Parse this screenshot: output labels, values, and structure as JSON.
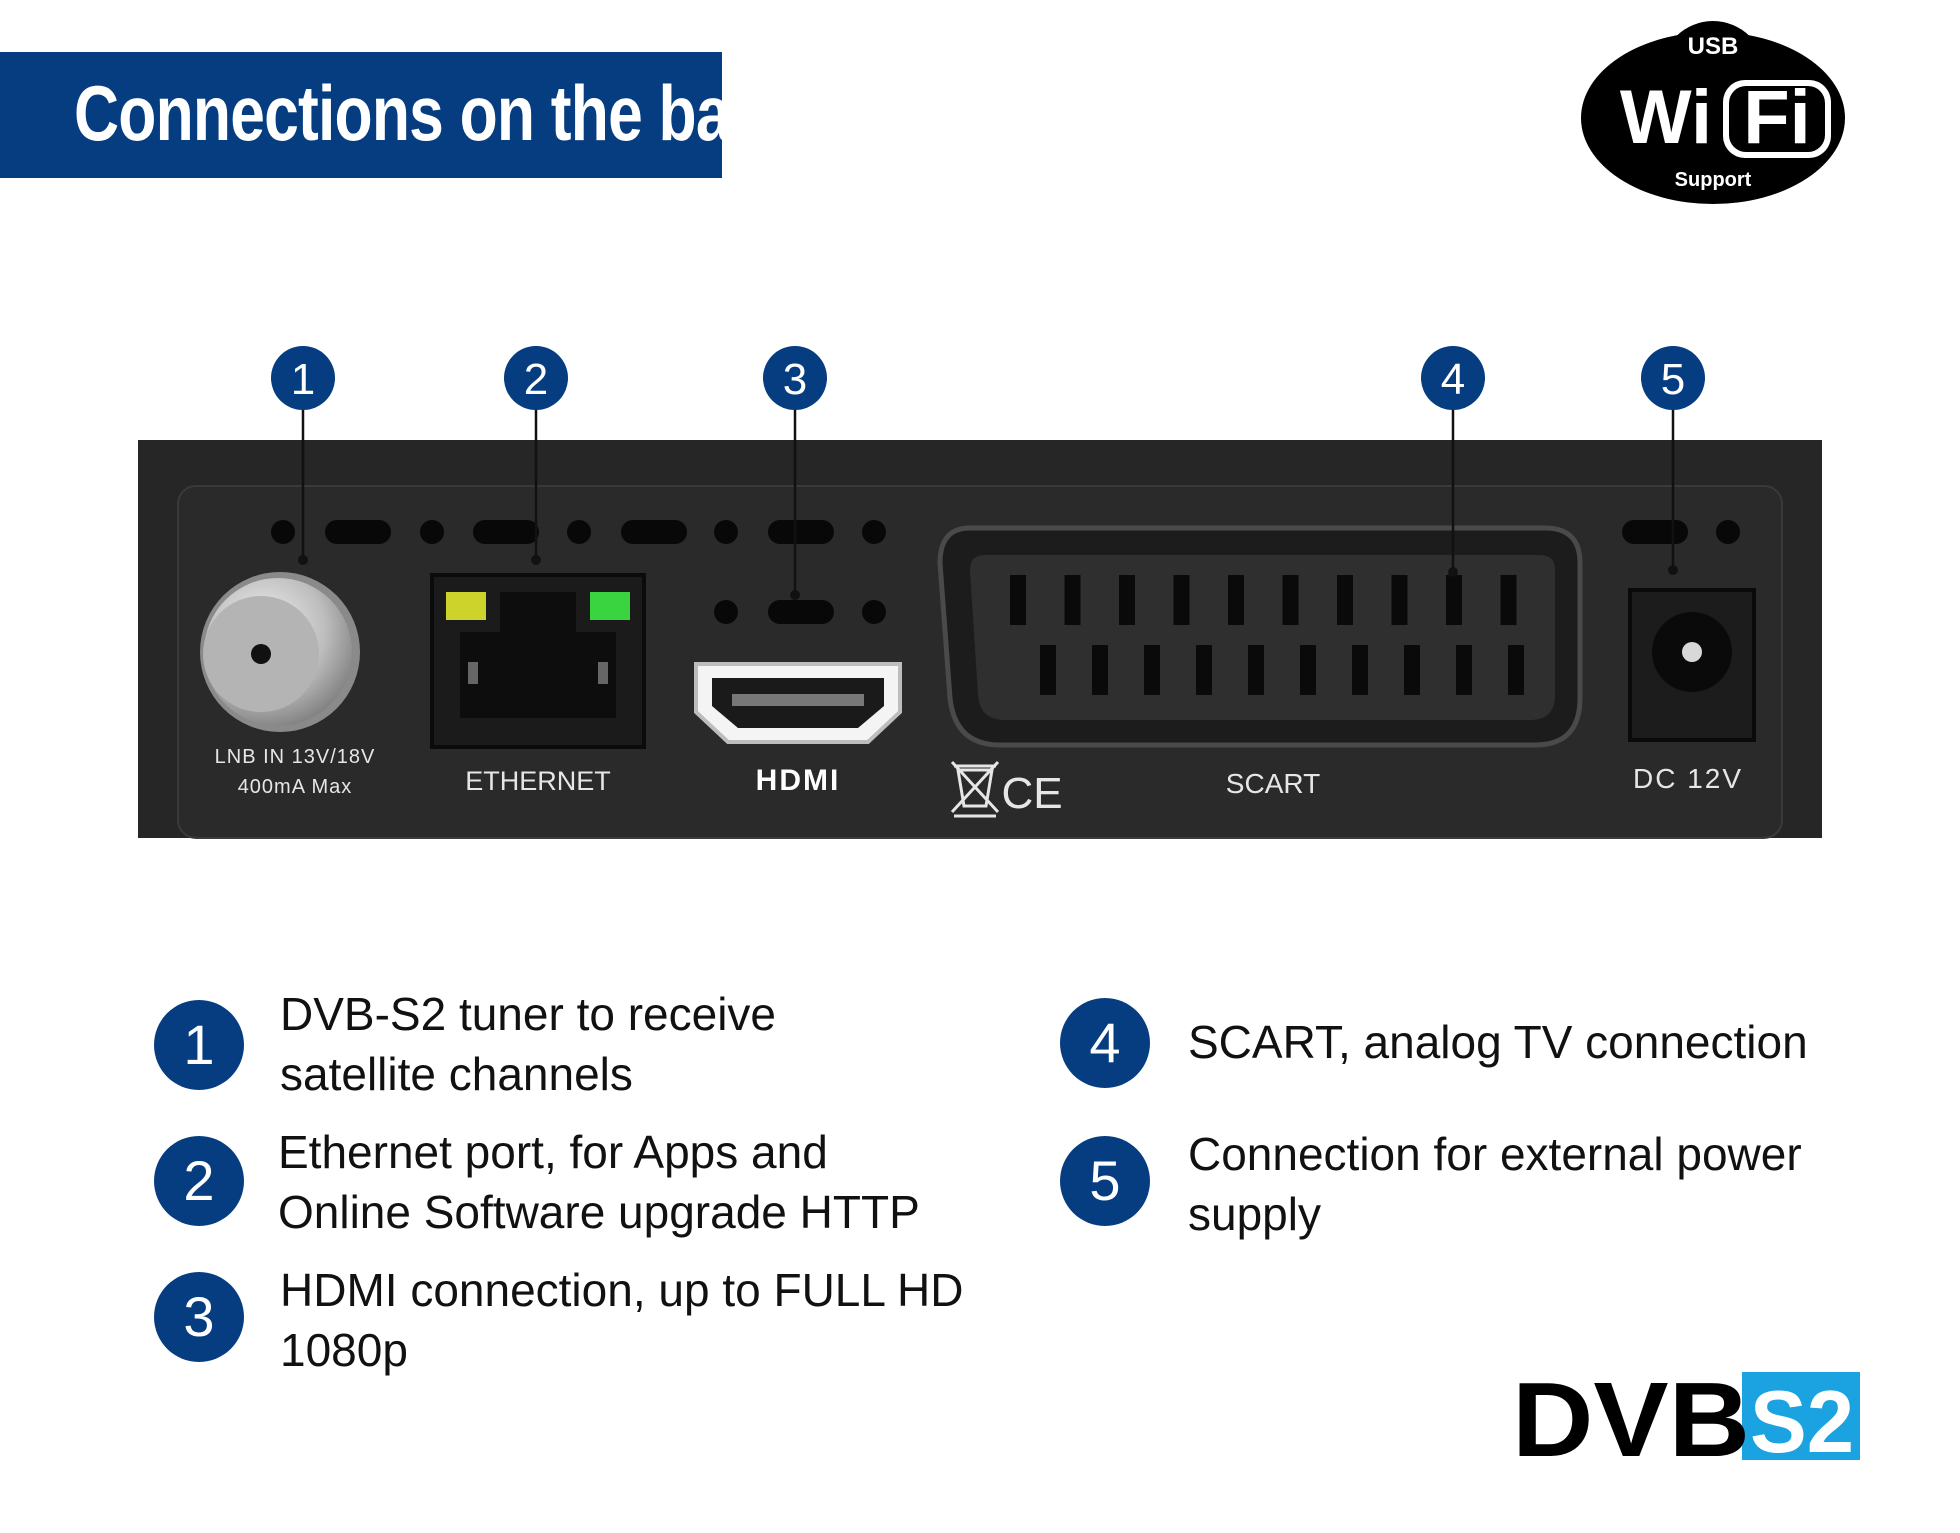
{
  "header": {
    "title": "Connections on the back"
  },
  "wifi_logo": {
    "top": "USB",
    "main_left": "Wi",
    "main_right": "Fi",
    "bottom": "Support"
  },
  "callouts": [
    "1",
    "2",
    "3",
    "4",
    "5"
  ],
  "device_labels": {
    "lnb_line1": "LNB IN 13V/18V",
    "lnb_line2": "400mA Max",
    "ethernet": "ETHERNET",
    "hdmi": "HDMI",
    "ce": "CE",
    "scart": "SCART",
    "dc": "DC 12V"
  },
  "legend": [
    {
      "num": "1",
      "line1": "DVB-S2 tuner to receive",
      "line2": "satellite channels"
    },
    {
      "num": "2",
      "line1": "Ethernet port, for Apps and",
      "line2": "Online Software upgrade HTTP"
    },
    {
      "num": "3",
      "line1": "HDMI connection, up to FULL HD",
      "line2": "1080p"
    },
    {
      "num": "4",
      "line1": "SCART, analog TV connection",
      "line2": ""
    },
    {
      "num": "5",
      "line1": "Connection for external power",
      "line2": "supply"
    }
  ],
  "dvb_logo": {
    "left": "DVB",
    "right": "S2"
  },
  "colors": {
    "brand_blue": "#063d80",
    "device_body": "#262626",
    "dvb_cyan": "#1aa3e0"
  }
}
